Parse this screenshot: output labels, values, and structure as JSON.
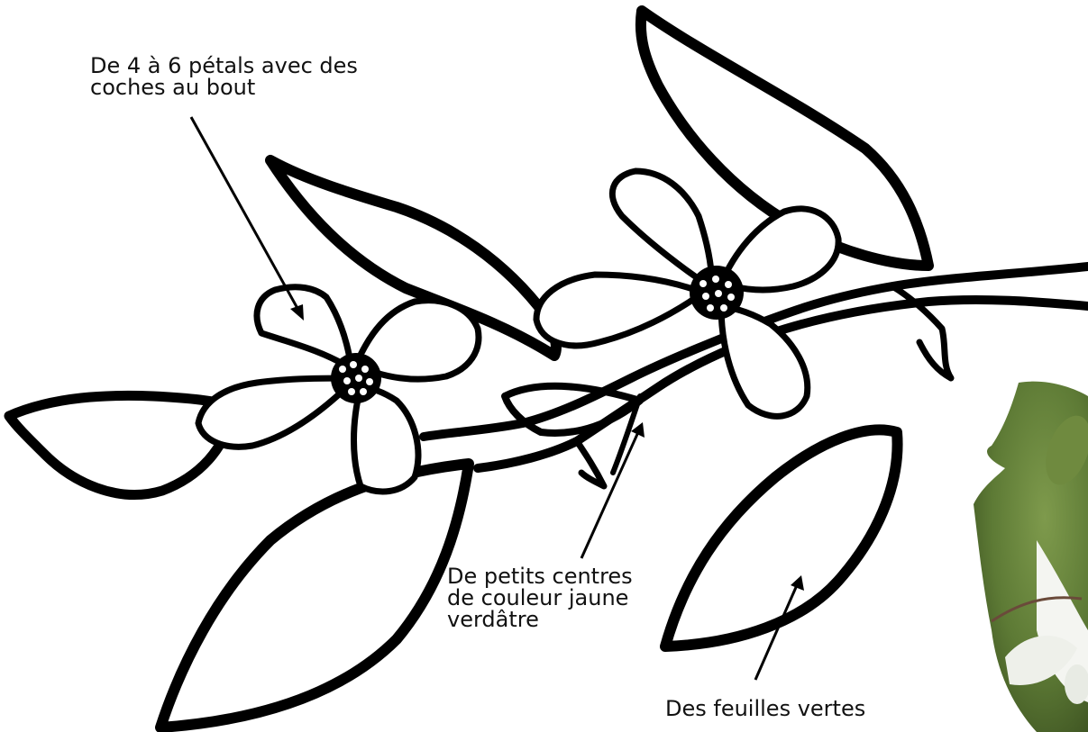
{
  "annotations": {
    "petals": {
      "line1": "De 4 à 6 pétals avec des",
      "line2": "coches au bout"
    },
    "centers": {
      "line1": "De petits centres",
      "line2": "de couleur jaune",
      "line3": "verdâtre"
    },
    "leaves": {
      "line1": "Des feuilles vertes"
    }
  },
  "colors": {
    "outline": "#000000",
    "background": "#ffffff",
    "photo_green": "#5d7a35",
    "petal_white": "#f4f5f1"
  },
  "icons": [
    "flower-outline",
    "leaf-outline",
    "arrow-pointer",
    "dogwood-photo-crop"
  ]
}
